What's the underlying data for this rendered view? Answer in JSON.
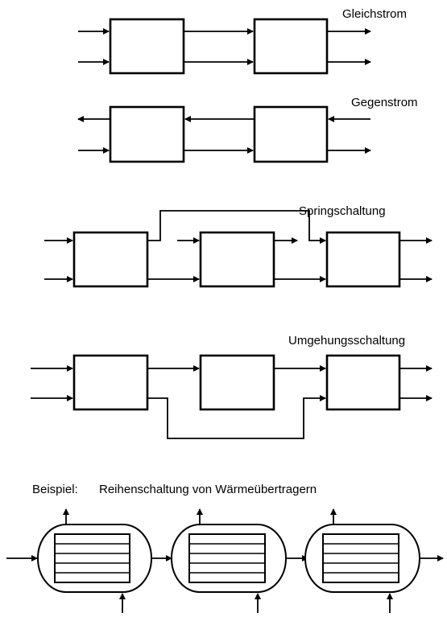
{
  "diagrams": {
    "gleichstrom": {
      "title": "Gleichstrom"
    },
    "gegenstrom": {
      "title": "Gegenstrom"
    },
    "springschaltung": {
      "title": "Springschaltung"
    },
    "umgehungsschaltung": {
      "title": "Umgehungsschaltung"
    },
    "example": {
      "label": "Beispiel:",
      "title": "Reihenschaltung von Wärmeübertragern"
    }
  },
  "colors": {
    "stroke": "#000000",
    "background": "#ffffff"
  }
}
